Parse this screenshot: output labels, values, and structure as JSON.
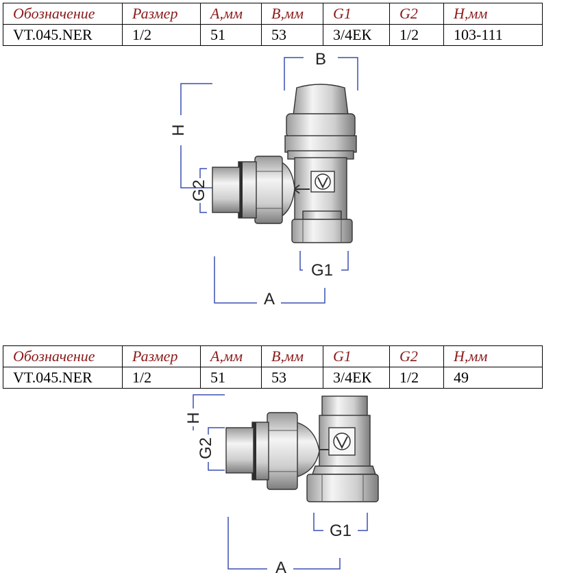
{
  "colors": {
    "header_text": "#8b1a1a",
    "dimension_line": "#3a4fb0",
    "brass_light": "#f2f2f2",
    "brass_mid": "#c9c9c9",
    "brass_dark": "#8a8a8a"
  },
  "tables": [
    {
      "headers": [
        "Обозначение",
        "Размер",
        "A,мм",
        "B,мм",
        "G1",
        "G2",
        "H,мм"
      ],
      "row": [
        "VT.045.NER",
        "1/2",
        "51",
        "53",
        "3/4ЕК",
        "1/2",
        "103-111"
      ]
    },
    {
      "headers": [
        "Обозначение",
        "Размер",
        "A,мм",
        "B,мм",
        "G1",
        "G2",
        "H,мм"
      ],
      "row": [
        "VT.045.NER",
        "1/2",
        "51",
        "53",
        "3/4ЕК",
        "1/2",
        "49"
      ]
    }
  ],
  "drawing_1": {
    "label_b": "B",
    "label_h": "H",
    "label_g2": "G2",
    "label_g1": "G1",
    "label_a": "A",
    "logo_icon": "valtec-logo-icon",
    "flow_icon": "arrow-left-icon"
  },
  "drawing_2": {
    "label_h": "H",
    "label_g2": "G2",
    "label_g1": "G1",
    "label_a": "A",
    "logo_icon": "valtec-logo-icon",
    "flow_icon": "arrow-left-icon"
  }
}
